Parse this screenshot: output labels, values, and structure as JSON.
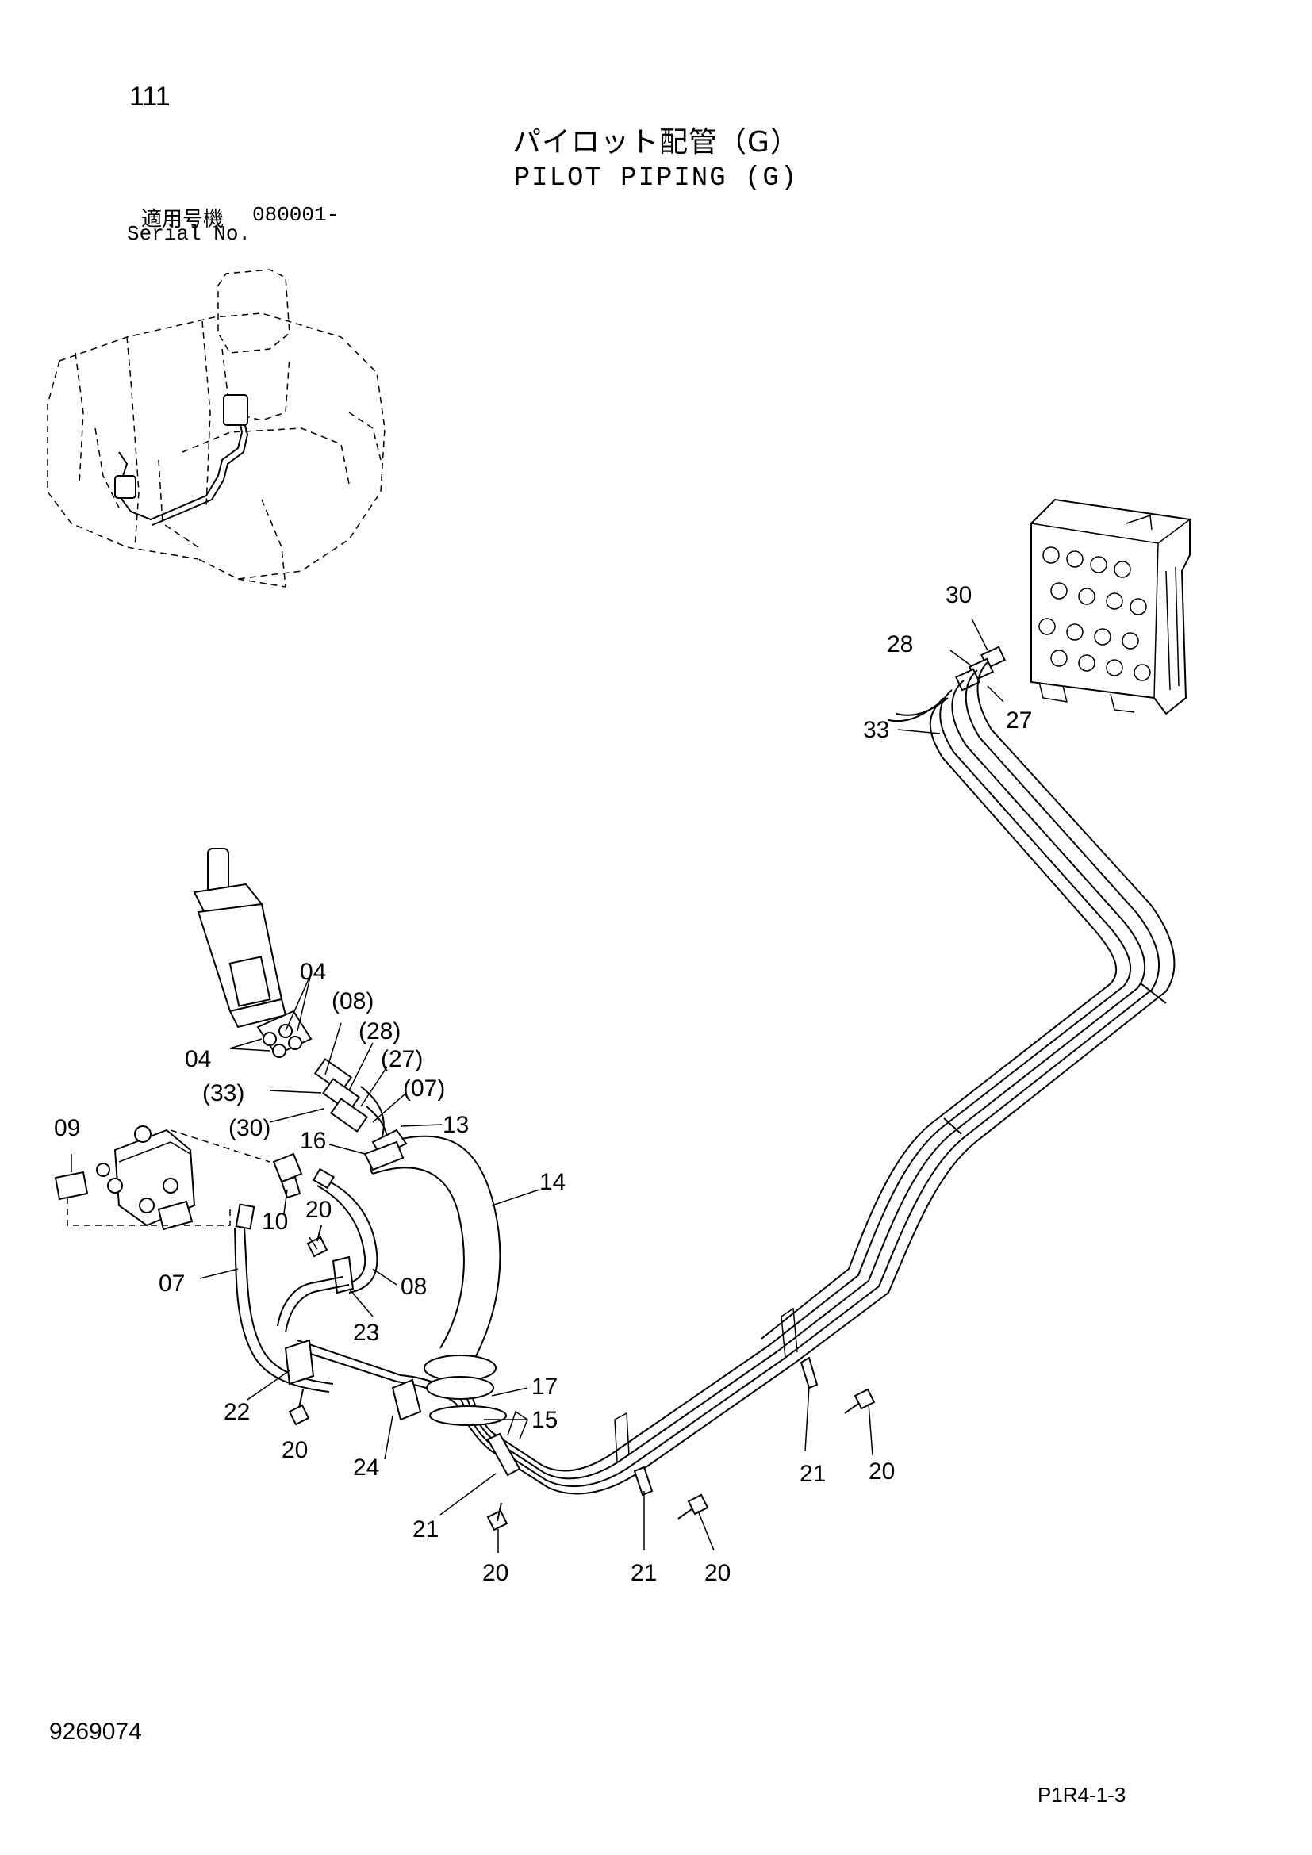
{
  "header": {
    "page_number": "111",
    "title_ja": "パイロット配管（G）",
    "title_en": "PILOT PIPING (G)",
    "serial_label_ja": "適用号機",
    "serial_value": "080001-",
    "serial_label_en": "Serial No."
  },
  "footer": {
    "document_number": "9269074",
    "page_code": "P1R4-1-3"
  },
  "callouts": [
    {
      "id": "c30a",
      "label": "30"
    },
    {
      "id": "c28a",
      "label": "28"
    },
    {
      "id": "c27a",
      "label": "27"
    },
    {
      "id": "c33a",
      "label": "33"
    },
    {
      "id": "c04a",
      "label": "04"
    },
    {
      "id": "c04b",
      "label": "04"
    },
    {
      "id": "c08p",
      "label": "(08)"
    },
    {
      "id": "c28p",
      "label": "(28)"
    },
    {
      "id": "c27p",
      "label": "(27)"
    },
    {
      "id": "c07p",
      "label": "(07)"
    },
    {
      "id": "c33p",
      "label": "(33)"
    },
    {
      "id": "c30p",
      "label": "(30)"
    },
    {
      "id": "c13",
      "label": "13"
    },
    {
      "id": "c16",
      "label": "16"
    },
    {
      "id": "c09",
      "label": "09"
    },
    {
      "id": "c14",
      "label": "14"
    },
    {
      "id": "c10",
      "label": "10"
    },
    {
      "id": "c20a",
      "label": "20"
    },
    {
      "id": "c07",
      "label": "07"
    },
    {
      "id": "c08",
      "label": "08"
    },
    {
      "id": "c23",
      "label": "23"
    },
    {
      "id": "c17",
      "label": "17"
    },
    {
      "id": "c22",
      "label": "22"
    },
    {
      "id": "c15",
      "label": "15"
    },
    {
      "id": "c20b",
      "label": "20"
    },
    {
      "id": "c24",
      "label": "24"
    },
    {
      "id": "c21a",
      "label": "21"
    },
    {
      "id": "c20c",
      "label": "20"
    },
    {
      "id": "c21b",
      "label": "21"
    },
    {
      "id": "c20d",
      "label": "20"
    },
    {
      "id": "c21c",
      "label": "21"
    },
    {
      "id": "c20e",
      "label": "20"
    },
    {
      "id": "c20f",
      "label": "20"
    }
  ]
}
